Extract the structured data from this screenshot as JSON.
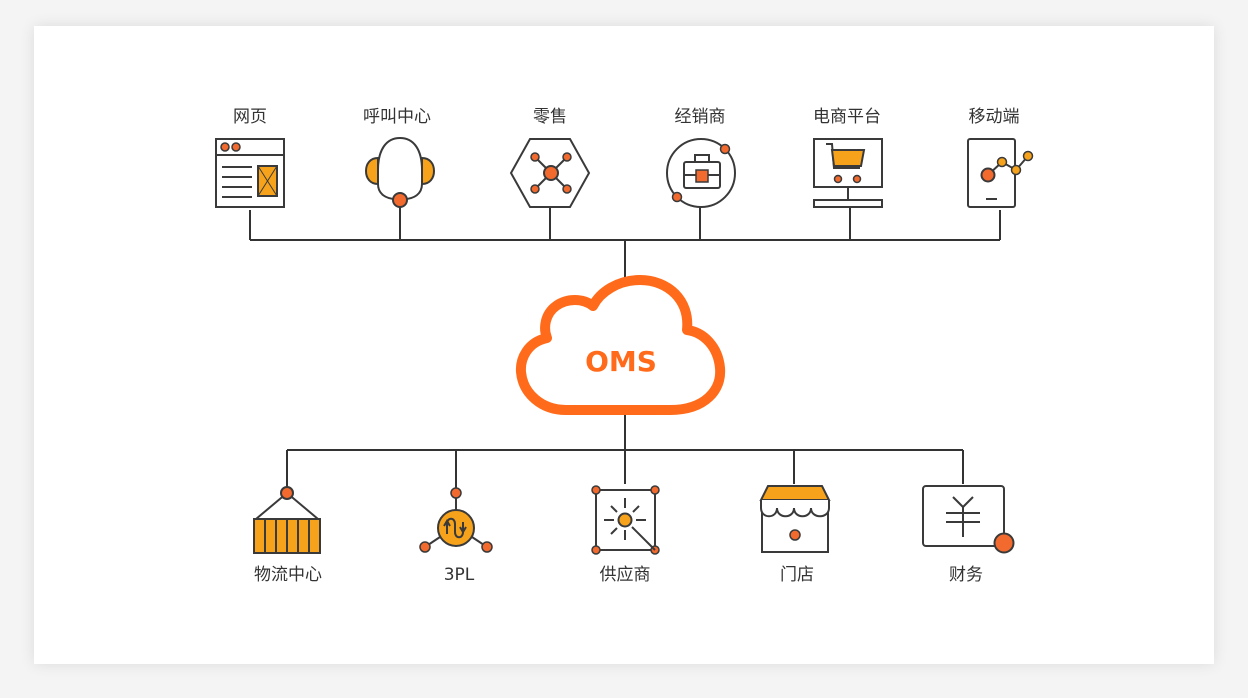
{
  "center": {
    "label": "OMS"
  },
  "channels": [
    {
      "label": "网页",
      "icon": "webpage-icon"
    },
    {
      "label": "呼叫中心",
      "icon": "headset-icon"
    },
    {
      "label": "零售",
      "icon": "retail-hexagon-icon"
    },
    {
      "label": "经销商",
      "icon": "briefcase-icon"
    },
    {
      "label": "电商平台",
      "icon": "cart-monitor-icon"
    },
    {
      "label": "移动端",
      "icon": "mobile-icon"
    }
  ],
  "backends": [
    {
      "label": "物流中心",
      "icon": "container-icon"
    },
    {
      "label": "3PL",
      "icon": "3pl-hub-icon"
    },
    {
      "label": "供应商",
      "icon": "supplier-icon"
    },
    {
      "label": "门店",
      "icon": "storefront-icon"
    },
    {
      "label": "财务",
      "icon": "yen-finance-icon"
    }
  ],
  "colors": {
    "accent": "#ff6b1a",
    "fill": "#f7a21b",
    "line": "#333333",
    "dot": "#f26a2e"
  }
}
